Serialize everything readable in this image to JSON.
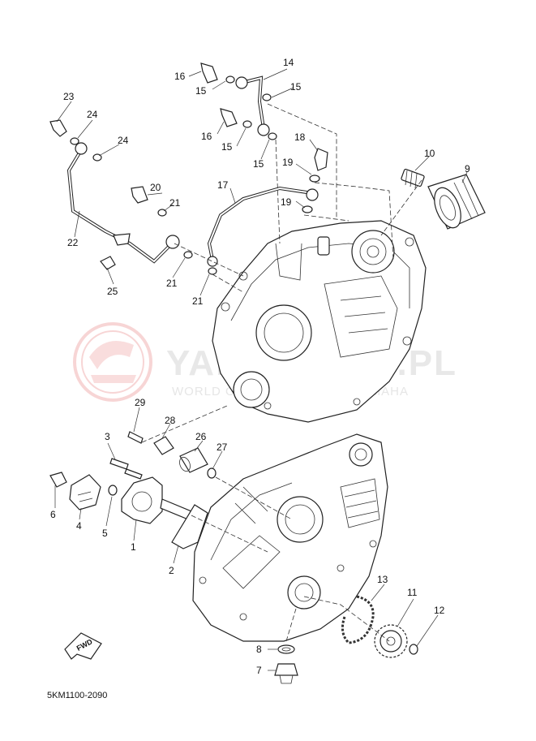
{
  "watermark": {
    "brand_text": "YAMASKLEP.PL",
    "tagline": "WORLD OF PARTS DEALER YAMAHA"
  },
  "diagram": {
    "code": "5KM1100-2090",
    "fwd_label": "FWD",
    "callouts": [
      {
        "id": "c1",
        "text": "1"
      },
      {
        "id": "c2",
        "text": "2"
      },
      {
        "id": "c3",
        "text": "3"
      },
      {
        "id": "c4",
        "text": "4"
      },
      {
        "id": "c5",
        "text": "5"
      },
      {
        "id": "c6",
        "text": "6"
      },
      {
        "id": "c7",
        "text": "7"
      },
      {
        "id": "c8",
        "text": "8"
      },
      {
        "id": "c9",
        "text": "9"
      },
      {
        "id": "c10",
        "text": "10"
      },
      {
        "id": "c11",
        "text": "11"
      },
      {
        "id": "c12",
        "text": "12"
      },
      {
        "id": "c13",
        "text": "13"
      },
      {
        "id": "c14",
        "text": "14"
      },
      {
        "id": "c15a",
        "text": "15"
      },
      {
        "id": "c15b",
        "text": "15"
      },
      {
        "id": "c15c",
        "text": "15"
      },
      {
        "id": "c15d",
        "text": "15"
      },
      {
        "id": "c16a",
        "text": "16"
      },
      {
        "id": "c16b",
        "text": "16"
      },
      {
        "id": "c17",
        "text": "17"
      },
      {
        "id": "c18",
        "text": "18"
      },
      {
        "id": "c19a",
        "text": "19"
      },
      {
        "id": "c19b",
        "text": "19"
      },
      {
        "id": "c20",
        "text": "20"
      },
      {
        "id": "c21a",
        "text": "21"
      },
      {
        "id": "c21b",
        "text": "21"
      },
      {
        "id": "c21c",
        "text": "21"
      },
      {
        "id": "c22",
        "text": "22"
      },
      {
        "id": "c23",
        "text": "23"
      },
      {
        "id": "c24a",
        "text": "24"
      },
      {
        "id": "c24b",
        "text": "24"
      },
      {
        "id": "c25",
        "text": "25"
      },
      {
        "id": "c26",
        "text": "26"
      },
      {
        "id": "c27",
        "text": "27"
      },
      {
        "id": "c28",
        "text": "28"
      },
      {
        "id": "c29",
        "text": "29"
      }
    ]
  }
}
